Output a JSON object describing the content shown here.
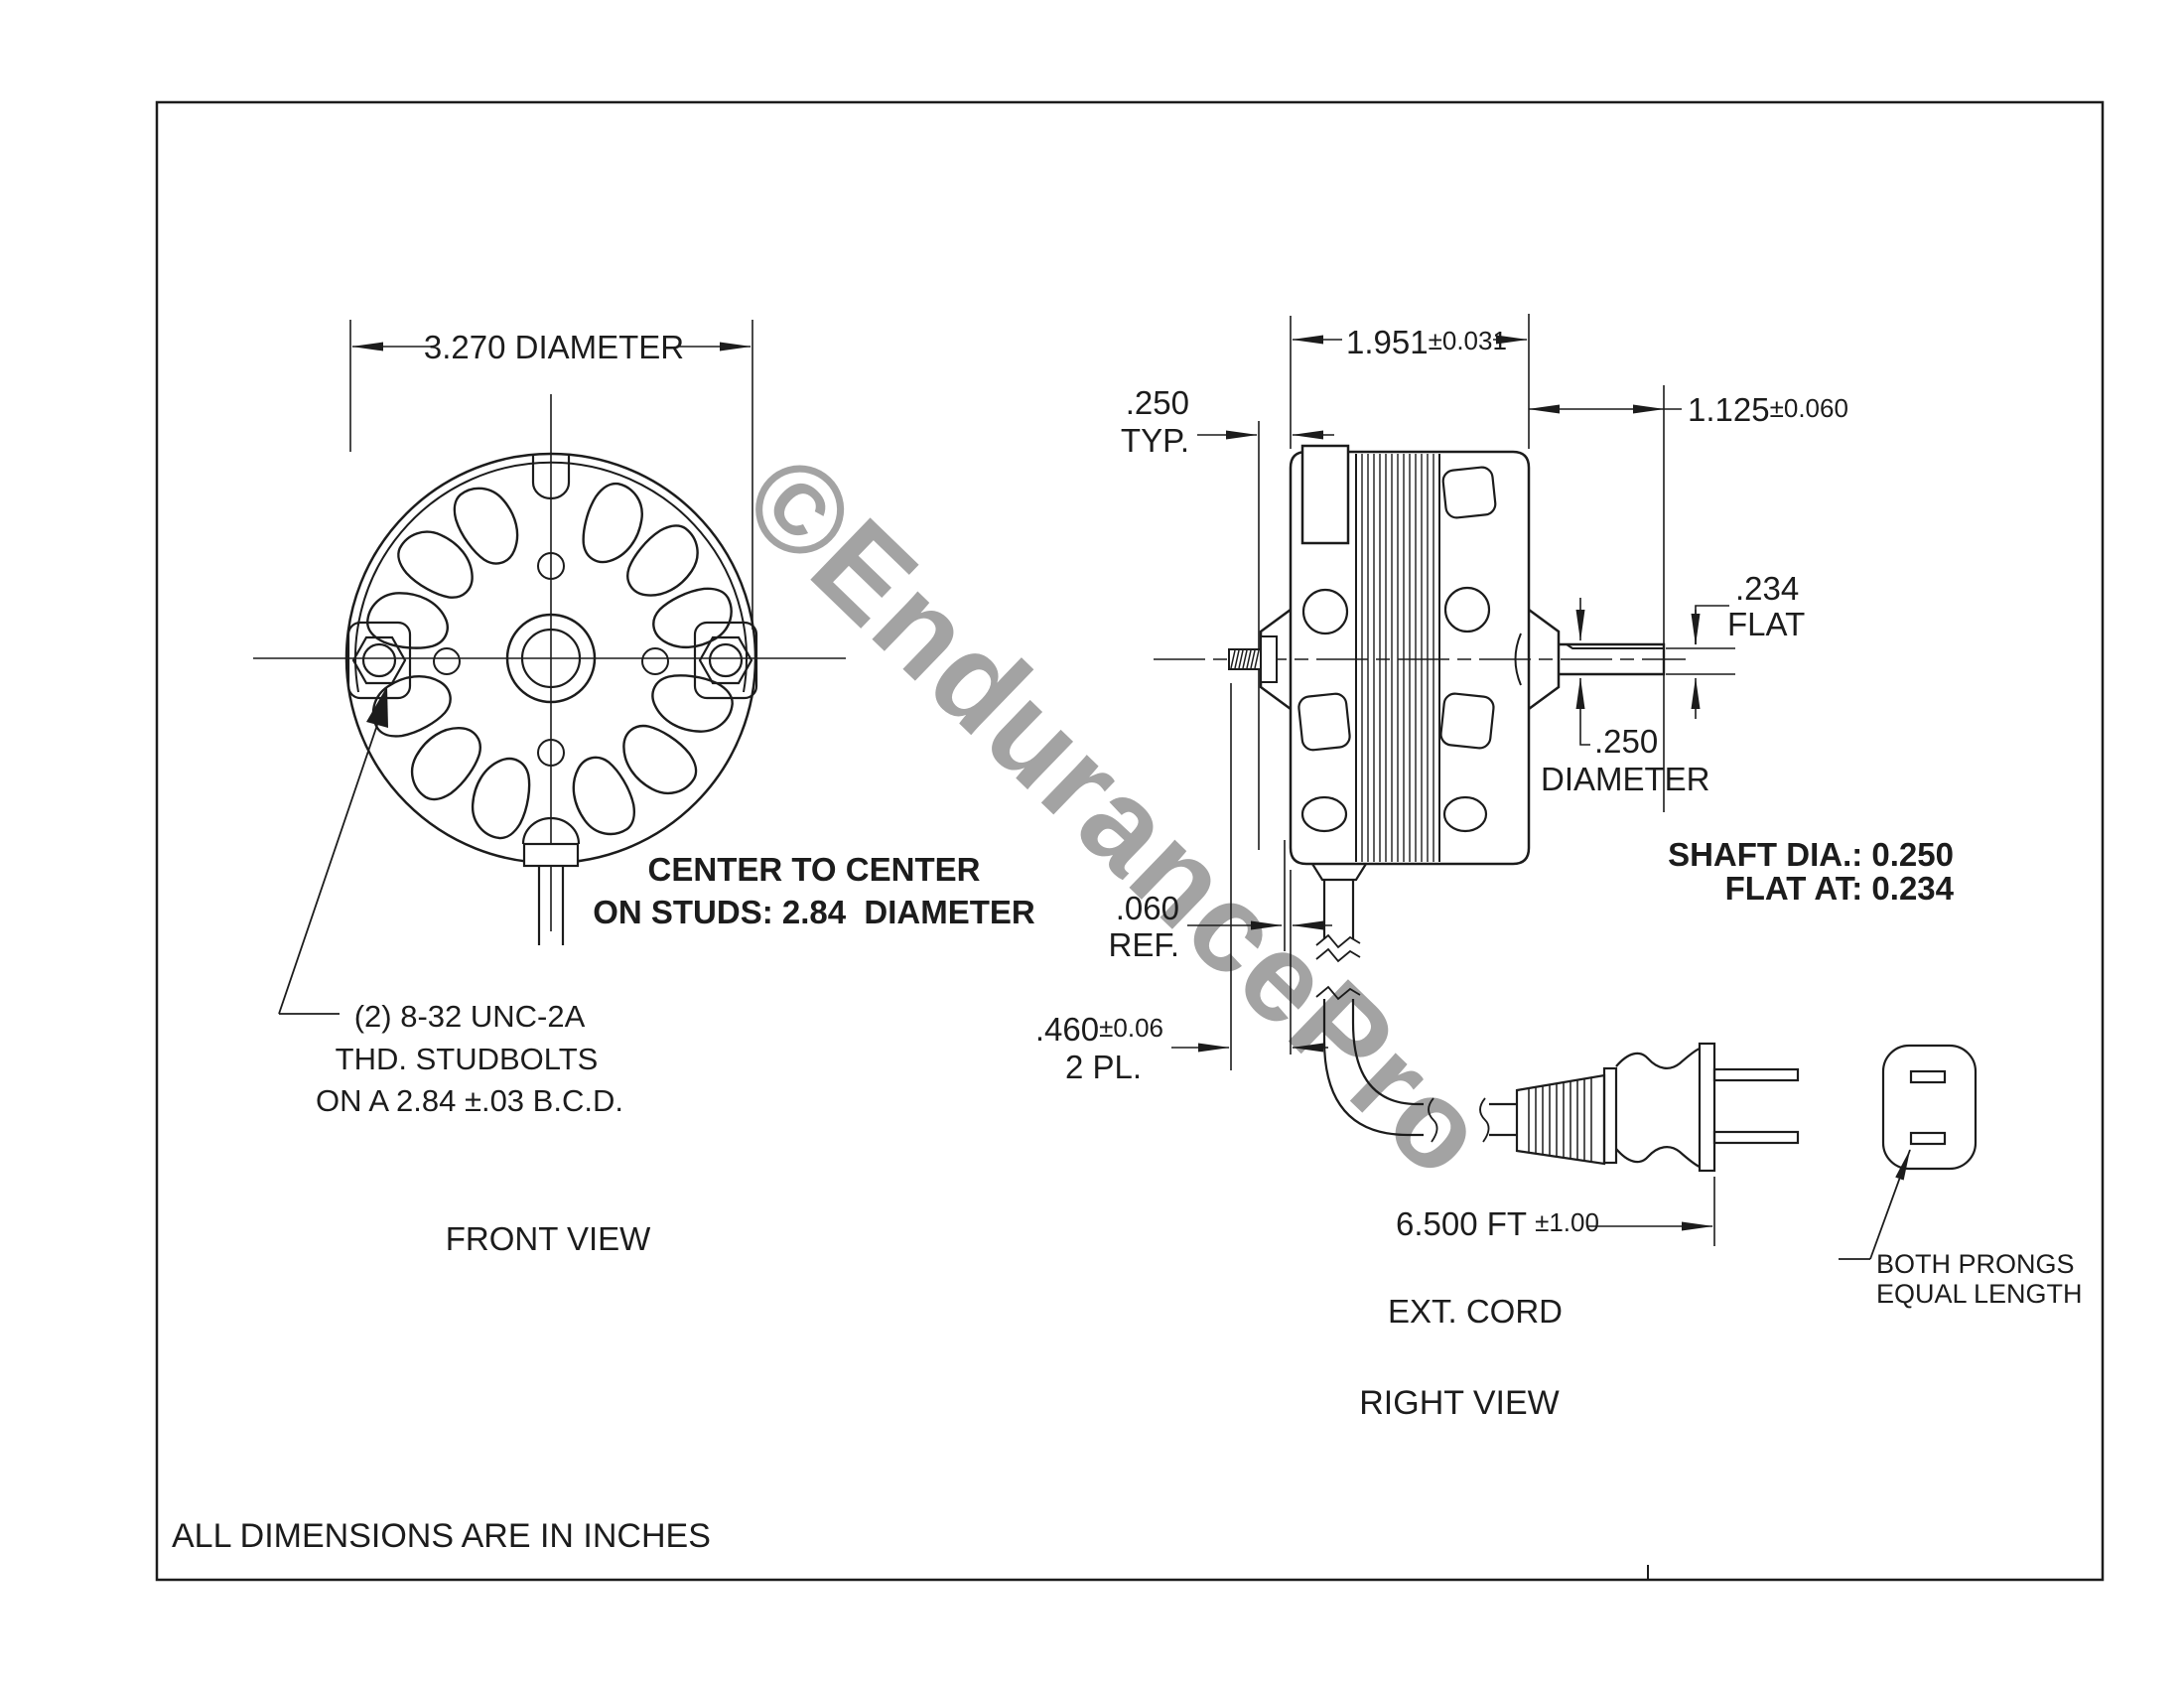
{
  "drawing_title": "Motor dimension drawing",
  "watermark": "©EndurancePro",
  "footer_note": "ALL DIMENSIONS ARE IN INCHES",
  "colors": {
    "line": "#1c1c1c",
    "watermark": "#9a9a9a",
    "background": "#ffffff"
  },
  "front_view": {
    "label": "FRONT VIEW",
    "outer_diameter_dim": "3.270 DIAMETER",
    "center_note": [
      "CENTER TO CENTER",
      "ON STUDS: 2.84  DIAMETER"
    ],
    "stud_note": [
      "(2) 8-32 UNC-2A",
      "THD. STUDBOLTS",
      "ON A 2.84 ±.03 B.C.D."
    ]
  },
  "right_view": {
    "label": "RIGHT VIEW",
    "body_width_dim": "1.951",
    "body_width_tol": "±0.031",
    "boss_dim": ".250",
    "boss_dim_qualifier": "TYP.",
    "shaft_length_dim": "1.125",
    "shaft_length_tol": "±0.060",
    "flat_dim": ".234",
    "flat_dim_label": "FLAT",
    "shaft_dia_dim": ".250",
    "shaft_dia_label": "DIAMETER",
    "end_ref_dim": ".060",
    "end_ref_label": "REF.",
    "cord_offset_dim": ".460",
    "cord_offset_tol": "±0.06",
    "cord_offset_places": "2 PL.",
    "cord_length_dim": "6.500 FT",
    "cord_length_tol": "±1.00",
    "shaft_note": [
      "SHAFT DIA.: 0.250",
      "FLAT AT: 0.234"
    ],
    "cord_label": "EXT. CORD",
    "prong_note": [
      "BOTH PRONGS",
      "EQUAL LENGTH"
    ]
  }
}
